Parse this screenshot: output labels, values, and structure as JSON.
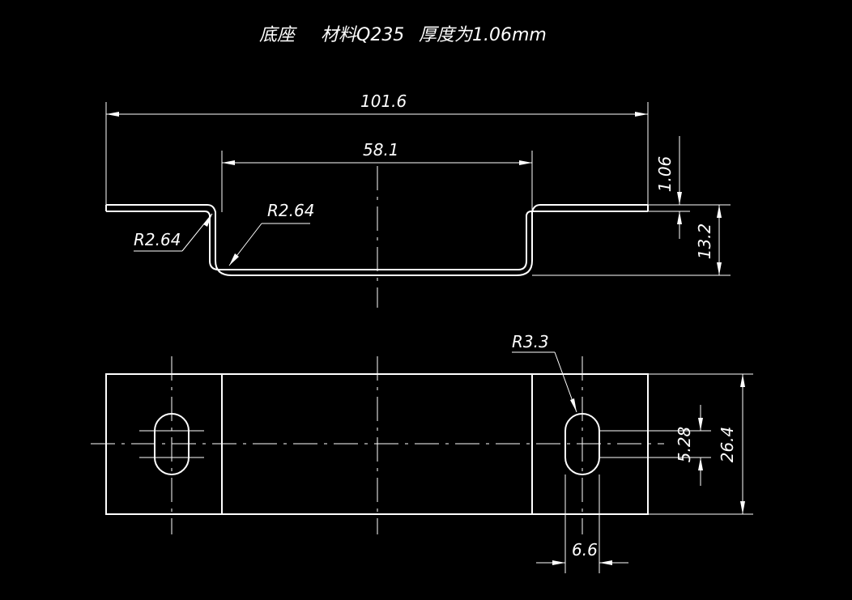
{
  "title": {
    "part": "底座",
    "material": "材料Q235",
    "thickness": "厚度为1.06mm"
  },
  "colors": {
    "background": "#000000",
    "lines": "#ffffff"
  },
  "dimensions": {
    "overall_length": "101.6",
    "inner_length": "58.1",
    "thickness": "1.06",
    "depth": "13.2",
    "bend_radius_left": "R2.64",
    "bend_radius_inner": "R2.64",
    "slot_radius": "R3.3",
    "slot_width": "5.28",
    "width": "26.4",
    "slot_length": "6.6"
  }
}
